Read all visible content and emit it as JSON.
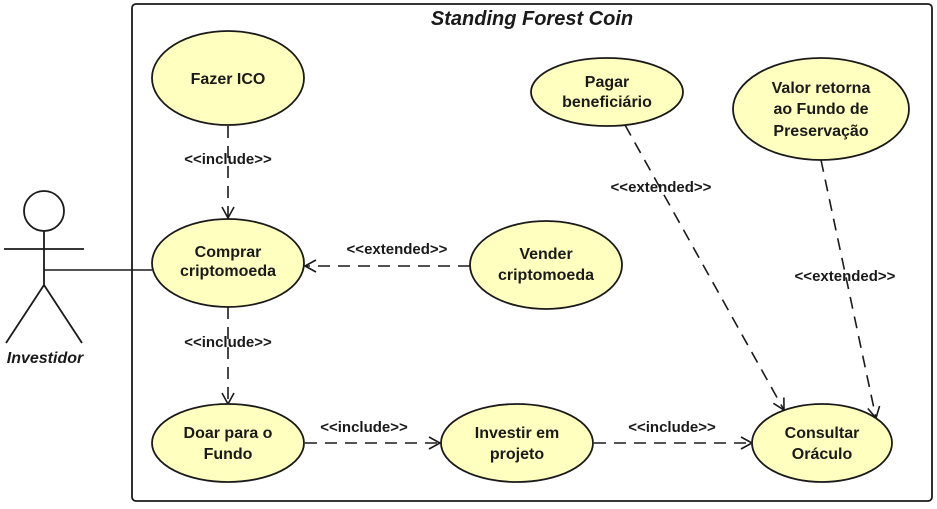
{
  "system": {
    "title": "Standing Forest Coin"
  },
  "actor": {
    "name": "Investidor"
  },
  "colors": {
    "usecase_fill": "#ffffc0",
    "stroke": "#1a1a1a"
  },
  "usecases": {
    "fazer_ico": [
      "Fazer ICO"
    ],
    "comprar": [
      "Comprar",
      "criptomoeda"
    ],
    "vender": [
      "Vender",
      "criptomoeda"
    ],
    "doar": [
      "Doar para o",
      "Fundo"
    ],
    "investir": [
      "Investir em",
      "projeto"
    ],
    "consultar": [
      "Consultar",
      "Oráculo"
    ],
    "pagar": [
      "Pagar",
      "beneficiário"
    ],
    "valor": [
      "Valor retorna",
      "ao Fundo de",
      "Preservação"
    ]
  },
  "relations": {
    "ico_include": "<<include>>",
    "vender_extended": "<<extended>>",
    "comprar_include": "<<include>>",
    "doar_include": "<<include>>",
    "investir_include": "<<include>>",
    "pagar_extended": "<<extended>>",
    "valor_extended": "<<extended>>"
  }
}
